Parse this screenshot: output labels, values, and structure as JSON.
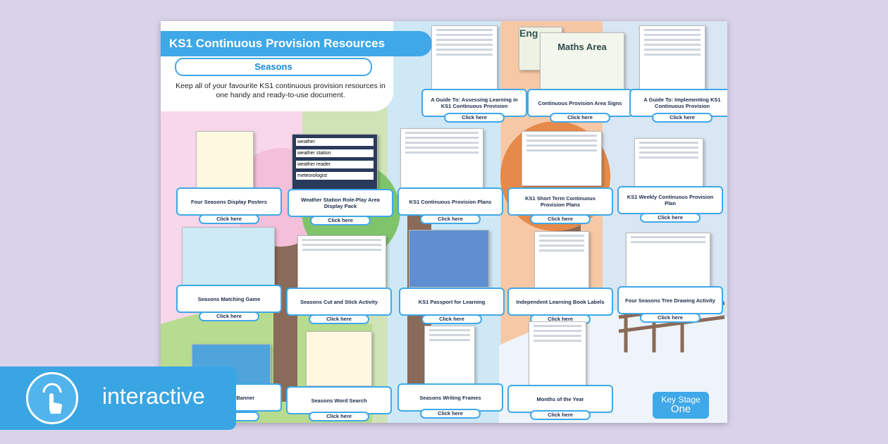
{
  "header": {
    "title": "KS1 Continuous Provision Resources",
    "subtitle": "Seasons",
    "description": "Keep all of your favourite KS1 continuous provision resources in one handy and ready-to-use document."
  },
  "thumb_texts": {
    "maths_area": "Maths Area",
    "eng_fragment": "Eng"
  },
  "cards": [
    {
      "label": "A Guide To: Assessing Learning in KS1 Continuous Provision",
      "button": "Click here"
    },
    {
      "label": "Continuous Provision Area Signs",
      "button": "Click here"
    },
    {
      "label": "A Guide To: Implementing KS1 Continuous Provision",
      "button": "Click here"
    },
    {
      "label": "Four Seasons Display Posters",
      "button": "Click here"
    },
    {
      "label": "Weather Station Role-Play Area Display Pack",
      "button": "Click here"
    },
    {
      "label": "KS1 Continuous Provision Plans",
      "button": "Click here"
    },
    {
      "label": "KS1 Short Term Continuous Provision Plans",
      "button": "Click here"
    },
    {
      "label": "KS1 Weekly Continuous Provision Plan",
      "button": "Click here"
    },
    {
      "label": "Seasons Matching Game",
      "button": "Click here"
    },
    {
      "label": "Seasons Cut and Stick Activity",
      "button": "Click here"
    },
    {
      "label": "KS1 Passport for Learning",
      "button": "Click here"
    },
    {
      "label": "Independent Learning Book Labels",
      "button": "Click here"
    },
    {
      "label": "Four Seasons Tree Drawing Activity",
      "button": "Click here"
    },
    {
      "label": "lay Banner",
      "button": "here"
    },
    {
      "label": "Seasons Word Search",
      "button": "Click here"
    },
    {
      "label": "Seasons Writing Frames",
      "button": "Click here"
    },
    {
      "label": "Months of the Year",
      "button": "Click here"
    }
  ],
  "weather_words": [
    "weather",
    "weather station",
    "weather reader",
    "meteorologist"
  ],
  "badge": {
    "line1": "Key Stage",
    "line2": "One"
  },
  "interactive_badge": {
    "text": "interactive"
  },
  "colors": {
    "accent": "#3fa8e8",
    "badge": "#3aa5e3"
  }
}
